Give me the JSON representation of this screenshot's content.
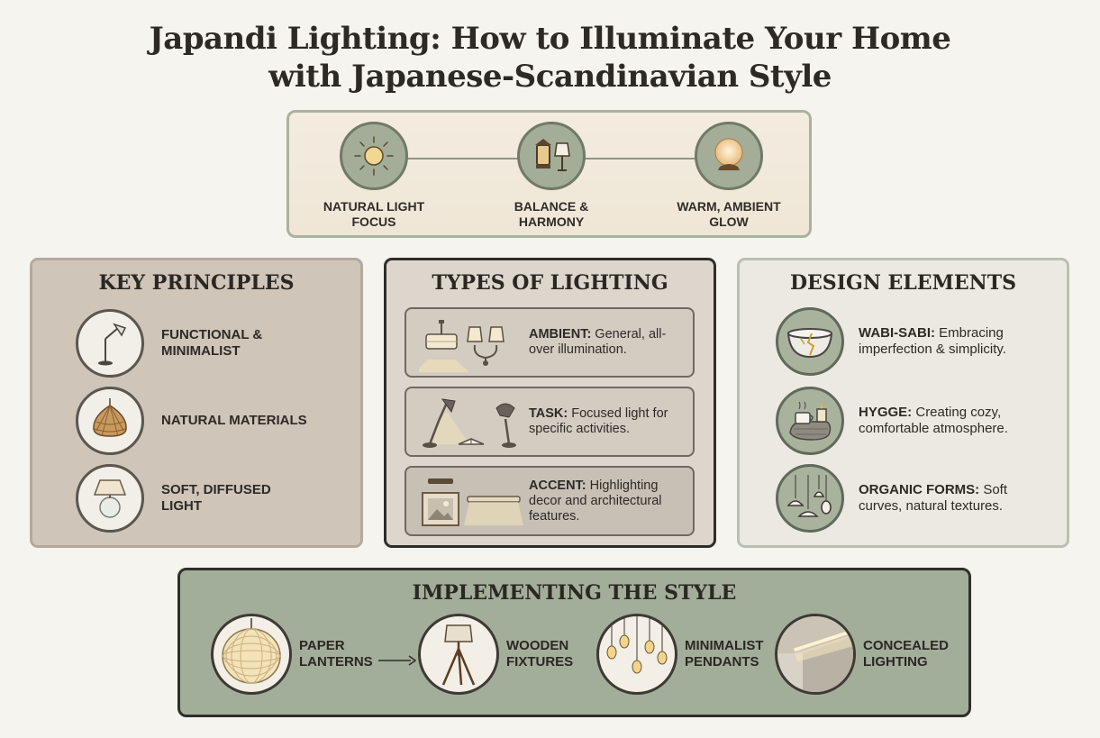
{
  "title": {
    "line1": "Japandi Lighting: How to Illuminate Your Home",
    "line2": "with Japanese-Scandinavian Style"
  },
  "banner": {
    "items": [
      {
        "label1": "NATURAL LIGHT",
        "label2": "FOCUS",
        "icon": "sun-icon"
      },
      {
        "label1": "BALANCE &",
        "label2": "HARMONY",
        "icon": "lantern-lamp-icon"
      },
      {
        "label1": "WARM, AMBIENT",
        "label2": "GLOW",
        "icon": "glowing-orb-icon"
      }
    ]
  },
  "key_principles": {
    "heading": "KEY PRINCIPLES",
    "items": [
      {
        "line1": "FUNCTIONAL &",
        "line2": "MINIMALIST",
        "icon": "floor-lamp-icon"
      },
      {
        "line1": "NATURAL MATERIALS",
        "line2": "",
        "icon": "rattan-pendant-icon"
      },
      {
        "line1": "SOFT, DIFFUSED",
        "line2": "LIGHT",
        "icon": "table-lamp-icon"
      }
    ]
  },
  "types_of_lighting": {
    "heading": "TYPES OF LIGHTING",
    "items": [
      {
        "term": "AMBIENT:",
        "desc": " General, all-over illumination.",
        "icon": "ceiling-light-icon"
      },
      {
        "term": "TASK:",
        "desc": " Focused light for specific activities.",
        "icon": "desk-lamp-icon"
      },
      {
        "term": "ACCENT:",
        "desc": " Highlighting decor and architectural features.",
        "icon": "picture-light-icon"
      }
    ]
  },
  "design_elements": {
    "heading": "DESIGN ELEMENTS",
    "items": [
      {
        "term": "WABI-SABI:",
        "desc": " Embracing imperfection & simplicity.",
        "icon": "kintsugi-bowl-icon"
      },
      {
        "term": "HYGGE:",
        "desc": " Creating cozy, comfortable atmosphere.",
        "icon": "cozy-blanket-icon"
      },
      {
        "term": "ORGANIC FORMS:",
        "desc": " Soft curves, natural textures.",
        "icon": "pendant-cluster-icon"
      }
    ]
  },
  "implementing": {
    "heading": "IMPLEMENTING THE STYLE",
    "items": [
      {
        "line1": "PAPER",
        "line2": "LANTERNS",
        "icon": "paper-lantern-icon"
      },
      {
        "line1": "WOODEN",
        "line2": "FIXTURES",
        "icon": "tripod-lamp-icon"
      },
      {
        "line1": "MINIMALIST",
        "line2": "PENDANTS",
        "icon": "bulb-pendants-icon"
      },
      {
        "line1": "CONCEALED",
        "line2": "LIGHTING",
        "icon": "cove-light-icon"
      }
    ]
  },
  "colors": {
    "sage": "#a3ae9a",
    "taupe": "#cfc5b8",
    "dark": "#2f2d2a"
  }
}
